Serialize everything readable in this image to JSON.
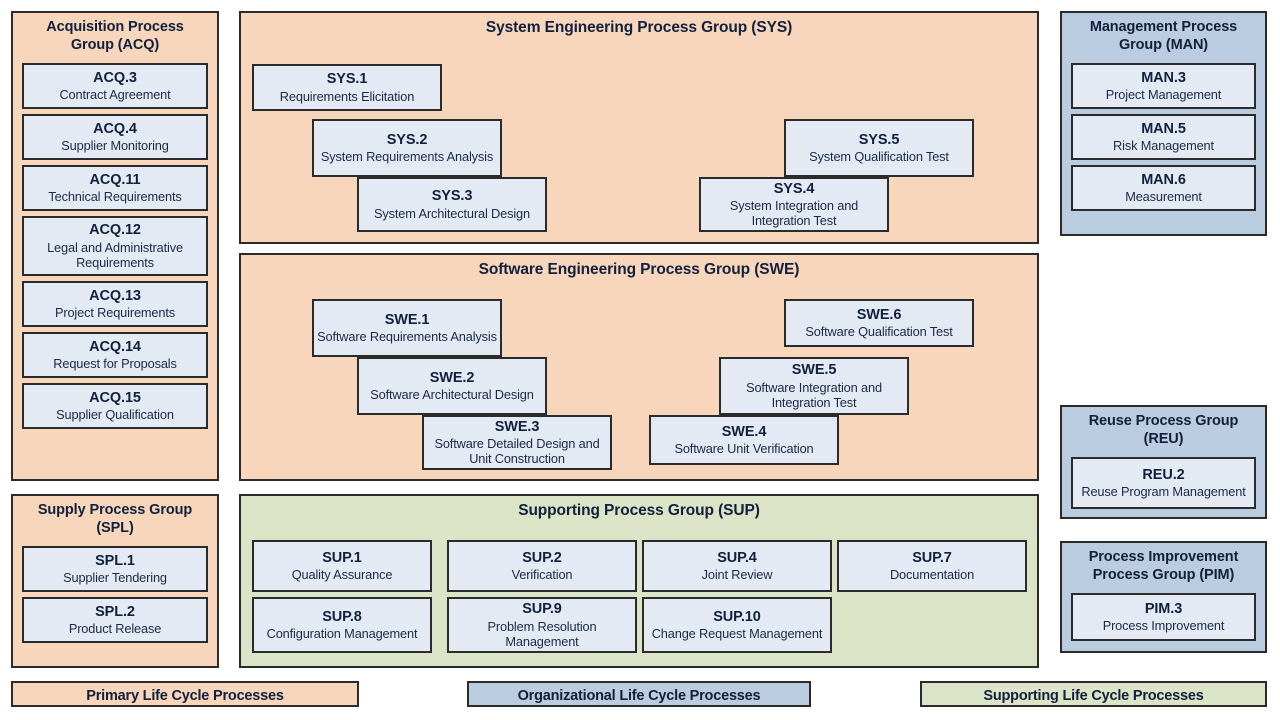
{
  "colors": {
    "primary_fill": "#f8d6bc",
    "organizational_fill": "#b9cce0",
    "supporting_fill": "#dce4c8",
    "process_box_fill": "#e4eaf4",
    "border": "#2b2b2b",
    "text": "#11203c"
  },
  "groups": {
    "acq": {
      "title": "Acquisition Process Group (ACQ)",
      "category": "primary",
      "processes": [
        {
          "id": "ACQ.3",
          "name": "Contract Agreement"
        },
        {
          "id": "ACQ.4",
          "name": "Supplier Monitoring"
        },
        {
          "id": "ACQ.11",
          "name": "Technical Requirements"
        },
        {
          "id": "ACQ.12",
          "name": "Legal and Administrative Requirements"
        },
        {
          "id": "ACQ.13",
          "name": "Project Requirements"
        },
        {
          "id": "ACQ.14",
          "name": "Request for Proposals"
        },
        {
          "id": "ACQ.15",
          "name": "Supplier Qualification"
        }
      ]
    },
    "spl": {
      "title": "Supply Process Group (SPL)",
      "category": "primary",
      "processes": [
        {
          "id": "SPL.1",
          "name": "Supplier Tendering"
        },
        {
          "id": "SPL.2",
          "name": "Product Release"
        }
      ]
    },
    "sys": {
      "title": "System Engineering Process Group (SYS)",
      "category": "primary",
      "processes": [
        {
          "id": "SYS.1",
          "name": "Requirements Elicitation"
        },
        {
          "id": "SYS.2",
          "name": "System Requirements Analysis"
        },
        {
          "id": "SYS.3",
          "name": "System Architectural Design"
        },
        {
          "id": "SYS.4",
          "name": "System Integration and Integration Test"
        },
        {
          "id": "SYS.5",
          "name": "System Qualification Test"
        }
      ]
    },
    "swe": {
      "title": "Software Engineering Process Group (SWE)",
      "category": "primary",
      "processes": [
        {
          "id": "SWE.1",
          "name": "Software Requirements Analysis"
        },
        {
          "id": "SWE.2",
          "name": "Software Architectural Design"
        },
        {
          "id": "SWE.3",
          "name": "Software Detailed Design and Unit Construction"
        },
        {
          "id": "SWE.4",
          "name": "Software Unit Verification"
        },
        {
          "id": "SWE.5",
          "name": "Software Integration and Integration Test"
        },
        {
          "id": "SWE.6",
          "name": "Software Qualification Test"
        }
      ]
    },
    "sup": {
      "title": "Supporting Process Group (SUP)",
      "category": "supporting",
      "processes": [
        {
          "id": "SUP.1",
          "name": "Quality Assurance"
        },
        {
          "id": "SUP.2",
          "name": "Verification"
        },
        {
          "id": "SUP.4",
          "name": "Joint Review"
        },
        {
          "id": "SUP.7",
          "name": "Documentation"
        },
        {
          "id": "SUP.8",
          "name": "Configuration Management"
        },
        {
          "id": "SUP.9",
          "name": "Problem Resolution Management"
        },
        {
          "id": "SUP.10",
          "name": "Change Request Management"
        }
      ]
    },
    "man": {
      "title": "Management Process Group (MAN)",
      "category": "organizational",
      "processes": [
        {
          "id": "MAN.3",
          "name": "Project Management"
        },
        {
          "id": "MAN.5",
          "name": "Risk Management"
        },
        {
          "id": "MAN.6",
          "name": "Measurement"
        }
      ]
    },
    "reu": {
      "title": "Reuse Process Group (REU)",
      "category": "organizational",
      "processes": [
        {
          "id": "REU.2",
          "name": "Reuse Program Management"
        }
      ]
    },
    "pim": {
      "title": "Process Improvement Process Group (PIM)",
      "category": "organizational",
      "processes": [
        {
          "id": "PIM.3",
          "name": "Process Improvement"
        }
      ]
    }
  },
  "legend": [
    {
      "label": "Primary Life Cycle Processes",
      "category": "primary"
    },
    {
      "label": "Organizational Life Cycle Processes",
      "category": "organizational"
    },
    {
      "label": "Supporting Life Cycle Processes",
      "category": "supporting"
    }
  ]
}
